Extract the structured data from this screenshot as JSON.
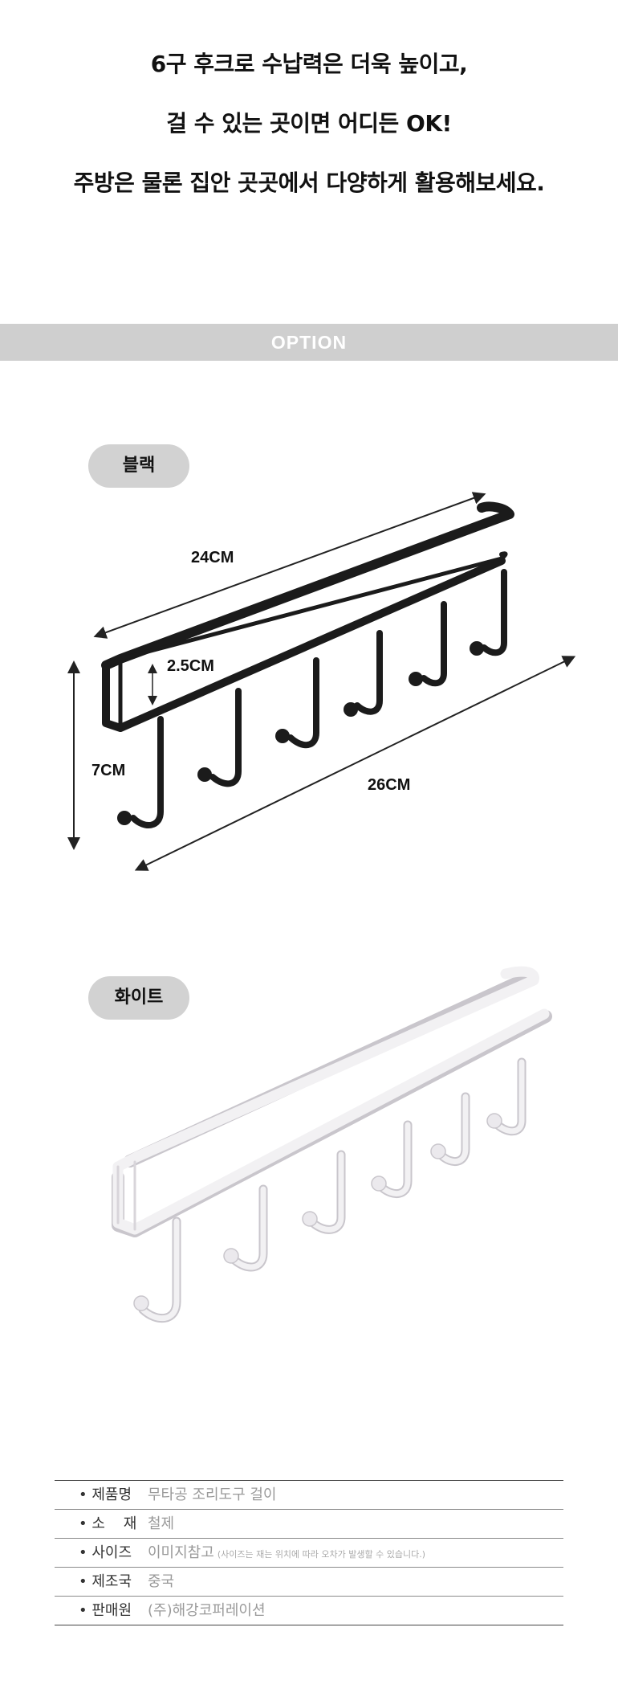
{
  "intro": {
    "line1": "6구 후크로 수납력은 더욱 높이고,",
    "line2": "걸 수 있는 곳이면 어디든 OK!",
    "line3": "주방은 물론 집안 곳곳에서 다양하게 활용해보세요."
  },
  "option_header": "OPTION",
  "options": [
    {
      "label": "블랙",
      "dims": {
        "length_top": "24CM",
        "height_inner": "2.5CM",
        "height_total": "7CM",
        "length_bottom": "26CM"
      }
    },
    {
      "label": "화이트"
    }
  ],
  "colors": {
    "black_rack": "#1b1b1b",
    "white_rack": "#f2f1f3",
    "white_shadow": "#c9c6cc",
    "pill_bg": "#d2d2d2",
    "bar_bg": "#cfcfcf"
  },
  "specs": [
    {
      "label": "• 제품명",
      "value": "무타공 조리도구 걸이",
      "note": ""
    },
    {
      "label": "• 소    재",
      "value": "철제",
      "note": ""
    },
    {
      "label": "• 사이즈",
      "value": "이미지참고",
      "note": "(사이즈는 재는 위치에 따라 오차가 발생할 수 있습니다.)"
    },
    {
      "label": "• 제조국",
      "value": "중국",
      "note": ""
    },
    {
      "label": "• 판매원",
      "value": "(주)해강코퍼레이션",
      "note": ""
    }
  ]
}
